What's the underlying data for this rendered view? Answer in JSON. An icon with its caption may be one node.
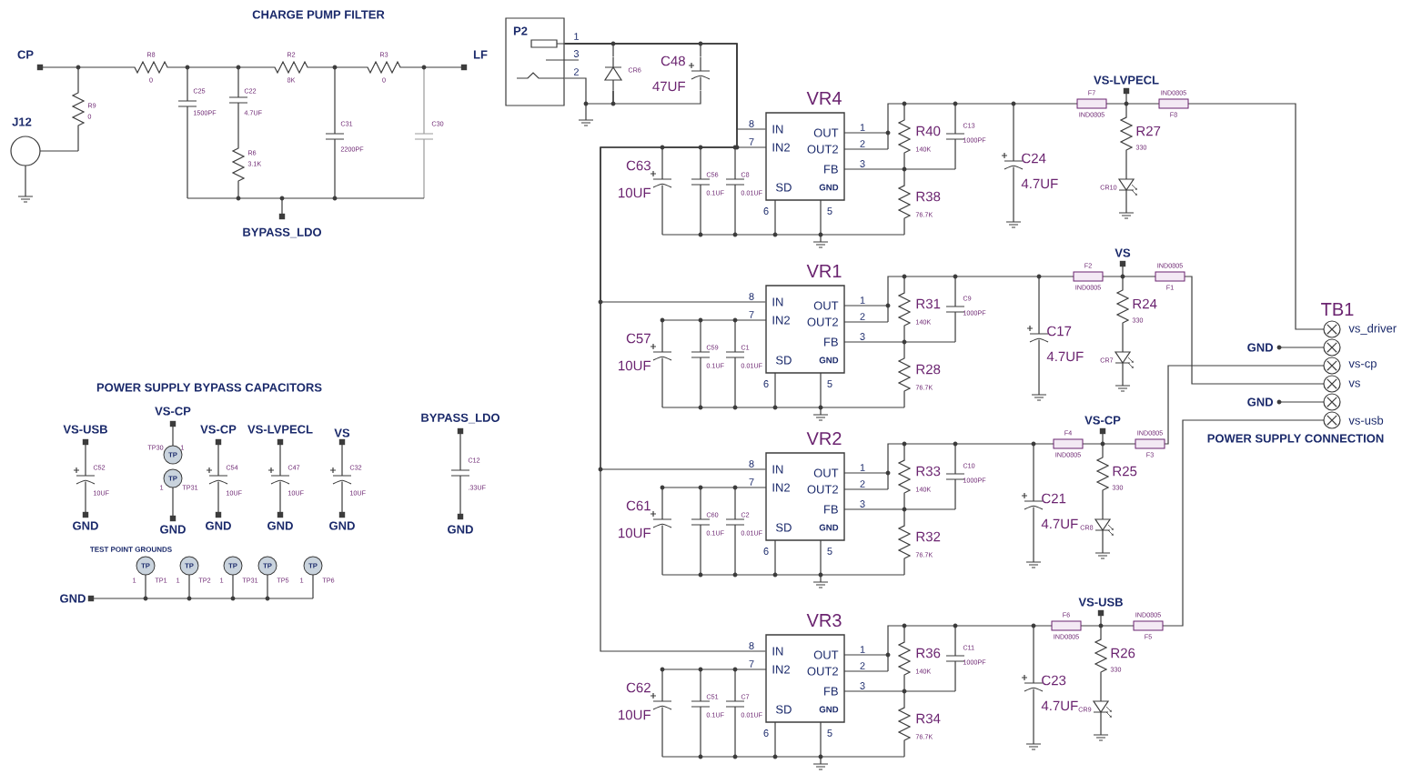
{
  "diagram": {
    "nodes": [
      {
        "text": [
          "P2"
        ],
        "beside": [
          "1",
          "3",
          "2"
        ]
      },
      {
        "text": [
          "VR4",
          "IN",
          "IN2",
          "OUT",
          "OUT2",
          "FB",
          "SD",
          "GND"
        ],
        "beside": [
          "8",
          "7",
          "1",
          "2",
          "3",
          "6",
          "5"
        ]
      },
      {
        "text": [
          "VR1",
          "IN",
          "IN2",
          "OUT",
          "OUT2",
          "FB",
          "SD",
          "GND"
        ],
        "beside": [
          "8",
          "7",
          "1",
          "2",
          "3",
          "6",
          "5"
        ]
      },
      {
        "text": [
          "VR2",
          "IN",
          "IN2",
          "OUT",
          "OUT2",
          "FB",
          "SD",
          "GND"
        ],
        "beside": [
          "8",
          "7",
          "1",
          "2",
          "3",
          "6",
          "5"
        ]
      },
      {
        "text": [
          "VR3",
          "IN",
          "IN2",
          "OUT",
          "OUT2",
          "FB",
          "SD",
          "GND"
        ],
        "beside": [
          "8",
          "7",
          "1",
          "2",
          "3",
          "6",
          "5"
        ]
      },
      {
        "text": [],
        "shape": "diode",
        "beside": [
          "CR6"
        ]
      },
      {
        "text": [],
        "shape": "capacitor",
        "beside": [
          "C48",
          "47UF"
        ]
      }
    ],
    "edges": [
      {
        "from": 0,
        "to": 1,
        "arrow": "none"
      },
      {
        "from": 0,
        "to": 2,
        "arrow": "none"
      },
      {
        "from": 0,
        "to": 3,
        "arrow": "none"
      },
      {
        "from": 0,
        "to": 4,
        "arrow": "none"
      },
      {
        "from": 0,
        "to": 5,
        "arrow": "none"
      },
      {
        "from": 0,
        "to": 5,
        "arrow": "none"
      },
      {
        "from": 0,
        "to": 6,
        "arrow": "none"
      },
      {
        "from": 5,
        "to": 6,
        "arrow": "none"
      }
    ],
    "labels": [
      "CHARGE PUMP FILTER",
      "CP",
      "R8",
      "0",
      "R9",
      "0",
      "J12",
      "C25",
      "1500PF",
      "C22",
      "4.7UF",
      "R6",
      "3.1K",
      "R2",
      "8K",
      "C31",
      "2200PF",
      "R3",
      "0",
      "C30",
      "LF",
      "BYPASS_LDO",
      "C63",
      "10UF",
      "C56",
      "0.1UF",
      "C8",
      "0.01UF",
      "R40",
      "140K",
      "C13",
      "1000PF",
      "R38",
      "76.7K",
      "C24",
      "4.7UF",
      "VS-LVPECL",
      "F7",
      "IND0805",
      "IND0805",
      "F8",
      "R27",
      "330",
      "CR10",
      "C57",
      "10UF",
      "C59",
      "0.1UF",
      "C1",
      "0.01UF",
      "R31",
      "140K",
      "C9",
      "1000PF",
      "R28",
      "76.7K",
      "C17",
      "4.7UF",
      "VS",
      "F2",
      "IND0805",
      "IND0805",
      "F1",
      "R24",
      "330",
      "CR7",
      "C61",
      "10UF",
      "C60",
      "0.1UF",
      "C2",
      "0.01UF",
      "R33",
      "140K",
      "C10",
      "1000PF",
      "R32",
      "76.7K",
      "C21",
      "4.7UF",
      "VS-CP",
      "F4",
      "IND0805",
      "IND0805",
      "F3",
      "R25",
      "330",
      "CR8",
      "C62",
      "10UF",
      "C51",
      "0.1UF",
      "C7",
      "0.01UF",
      "R36",
      "140K",
      "C11",
      "1000PF",
      "R34",
      "76.7K",
      "C23",
      "4.7UF",
      "VS-USB",
      "F6",
      "IND0805",
      "IND0805",
      "F5",
      "R26",
      "330",
      "CR9",
      "TB1",
      "vs_driver",
      "GND",
      "vs-cp",
      "vs",
      "GND",
      "vs-usb",
      "POWER SUPPLY CONNECTION",
      "POWER SUPPLY BYPASS CAPACITORS",
      "VS-USB",
      "C52",
      "10UF",
      "GND",
      "VS-CP",
      "TP30",
      "1",
      "TP",
      "TP",
      "1",
      "TP31",
      "GND",
      "VS-CP",
      "C54",
      "10UF",
      "GND",
      "VS-LVPECL",
      "C47",
      "10UF",
      "GND",
      "VS",
      "C32",
      "10UF",
      "GND",
      "BYPASS_LDO",
      "C12",
      ".33UF",
      "GND",
      "TEST POINT GROUNDS",
      "GND",
      "TP",
      "1",
      "TP1",
      "TP",
      "1",
      "TP2",
      "TP",
      "1",
      "TP3",
      "TP",
      "1",
      "TP5",
      "TP",
      "1",
      "TP6"
    ]
  }
}
